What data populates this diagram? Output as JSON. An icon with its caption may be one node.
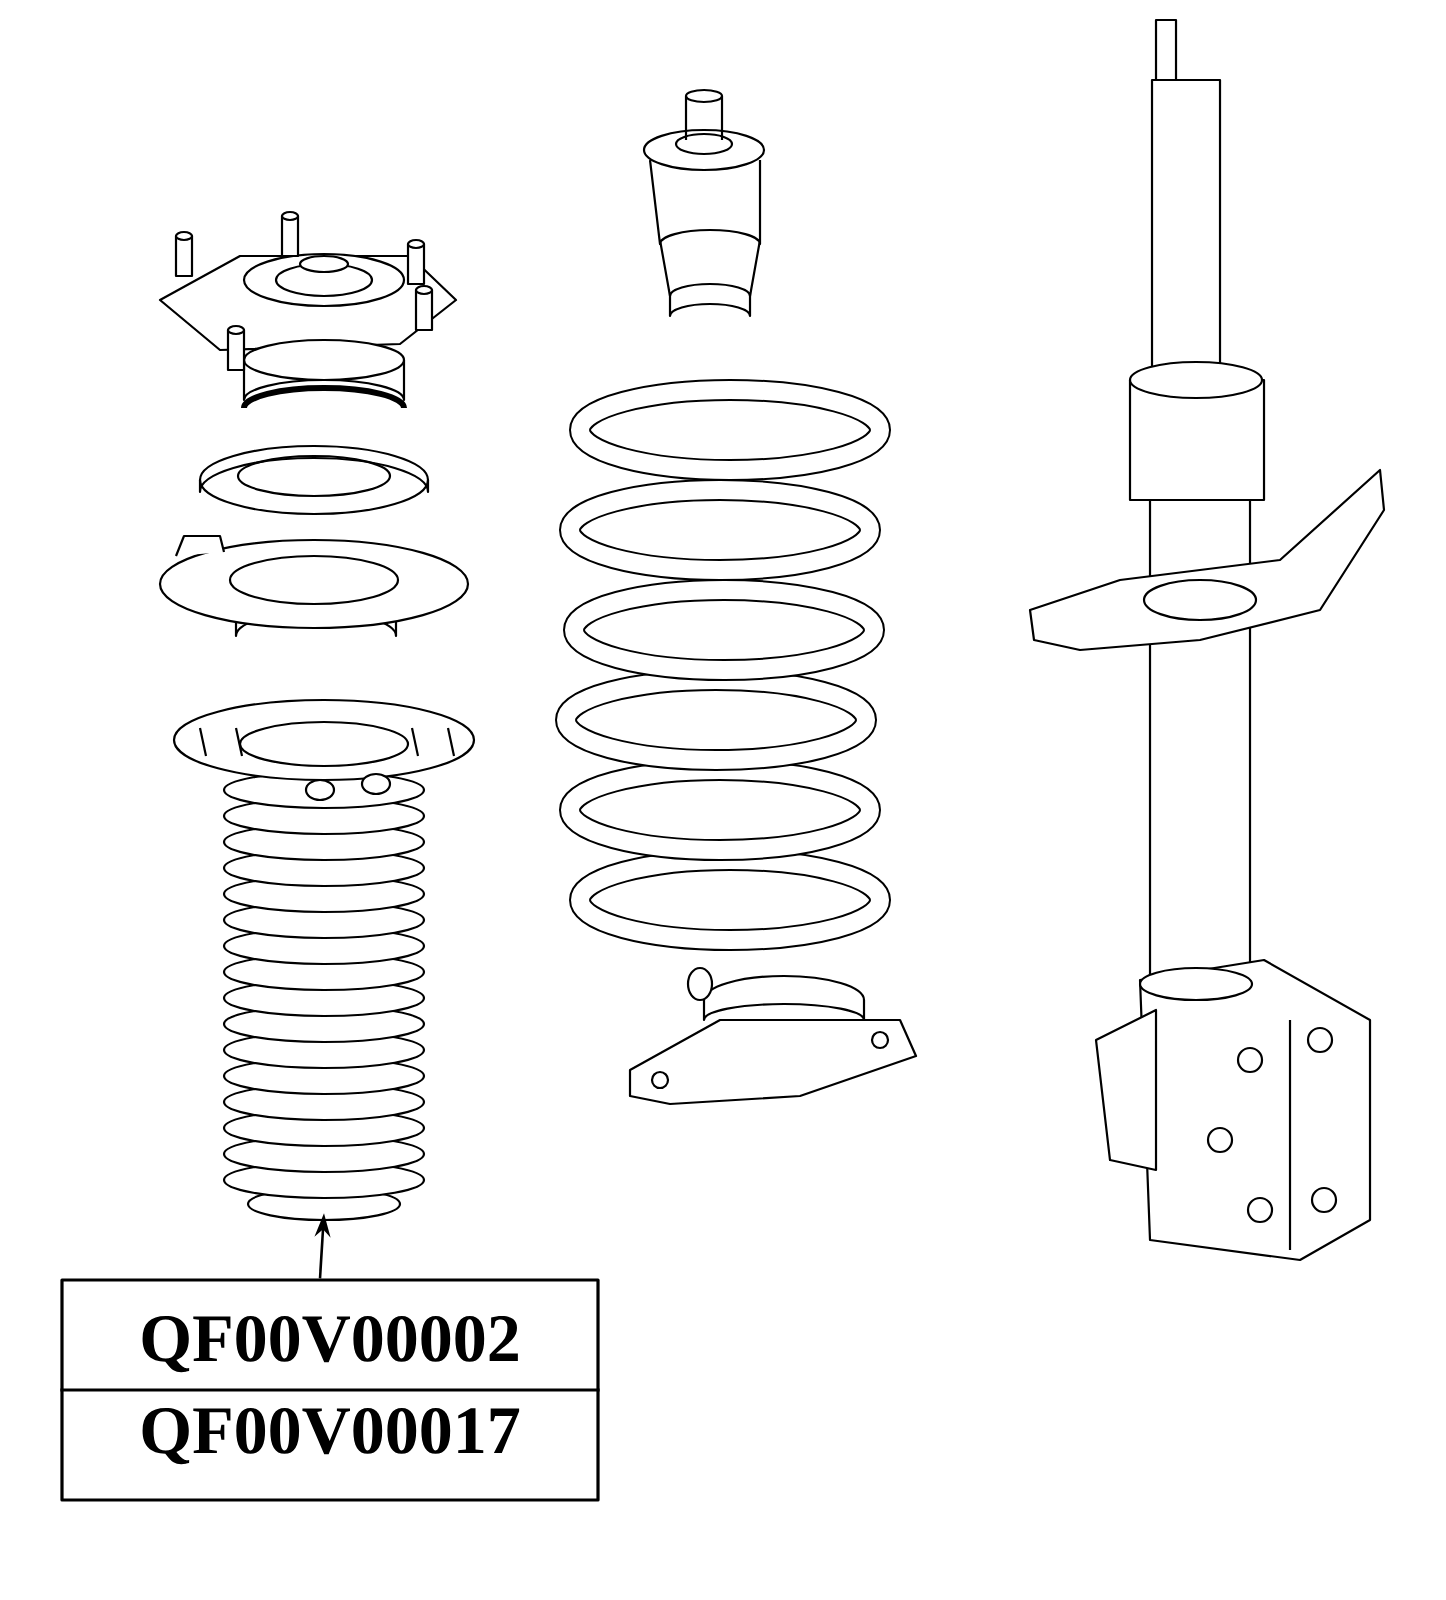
{
  "diagram": {
    "nodes": [
      {
        "text": [],
        "shape": "picture"
      },
      {
        "text": [
          "QF00V00002",
          "QF00V00017"
        ]
      }
    ],
    "edges": [
      {
        "from": 1,
        "to": 0,
        "arrow": "to"
      }
    ]
  }
}
